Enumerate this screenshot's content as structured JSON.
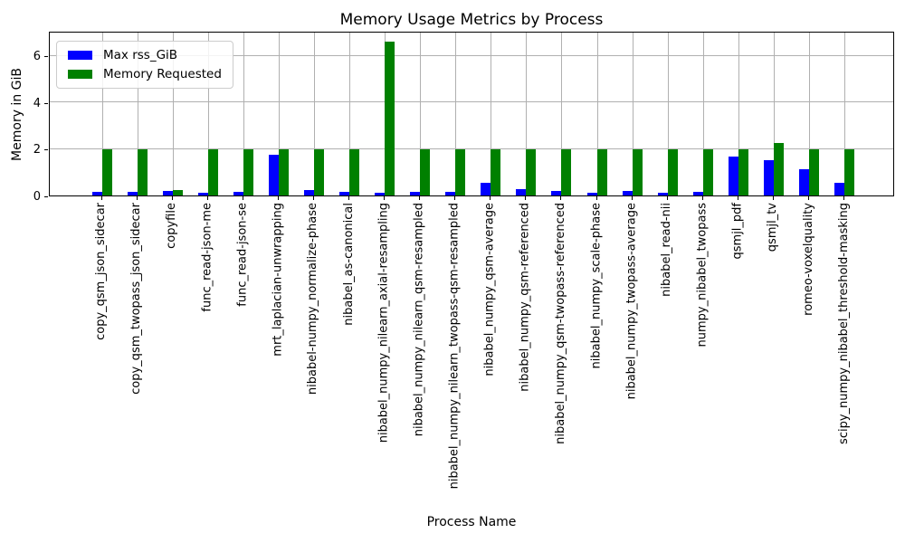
{
  "chart_data": {
    "type": "bar",
    "title": "Memory Usage Metrics by Process",
    "xlabel": "Process Name",
    "ylabel": "Memory in GiB",
    "categories": [
      "copy_qsm_json_sidecar",
      "copy_qsm_twopass_json_sidecar",
      "copyfile",
      "func_read-json-me",
      "func_read-json-se",
      "mrt_laplacian-unwrapping",
      "nibabel-numpy_normalize-phase",
      "nibabel_as-canonical",
      "nibabel_numpy_nilearn_axial-resampling",
      "nibabel_numpy_nilearn_qsm-resampled",
      "nibabel_numpy_nilearn_twopass-qsm-resampled",
      "nibabel_numpy_qsm-average",
      "nibabel_numpy_qsm-referenced",
      "nibabel_numpy_qsm-twopass-referenced",
      "nibabel_numpy_scale-phase",
      "nibabel_numpy_twopass-average",
      "nibabel_read-nii",
      "numpy_nibabel_twopass",
      "qsmjl_pdf",
      "qsmjl_tv",
      "romeo-voxelquality",
      "scipy_numpy_nibabel_threshold-masking"
    ],
    "series": [
      {
        "name": "Max rss_GiB",
        "color": "#0000ff",
        "values": [
          0.15,
          0.15,
          0.2,
          0.13,
          0.14,
          1.76,
          0.25,
          0.14,
          0.13,
          0.14,
          0.14,
          0.56,
          0.26,
          0.18,
          0.12,
          0.18,
          0.13,
          0.14,
          1.66,
          1.53,
          1.14,
          0.54
        ]
      },
      {
        "name": "Memory Requested",
        "color": "#008000",
        "values": [
          2.0,
          2.0,
          0.25,
          2.0,
          2.0,
          2.0,
          2.0,
          2.0,
          6.6,
          2.0,
          2.0,
          2.0,
          2.0,
          2.0,
          2.0,
          2.0,
          2.0,
          2.0,
          2.0,
          2.25,
          2.0,
          2.0
        ]
      }
    ],
    "ylim": [
      0,
      7.07
    ],
    "yticks": [
      0,
      2,
      4,
      6
    ],
    "grid": true,
    "grid_color": "#b0b0b0",
    "legend_position": "upper left"
  }
}
